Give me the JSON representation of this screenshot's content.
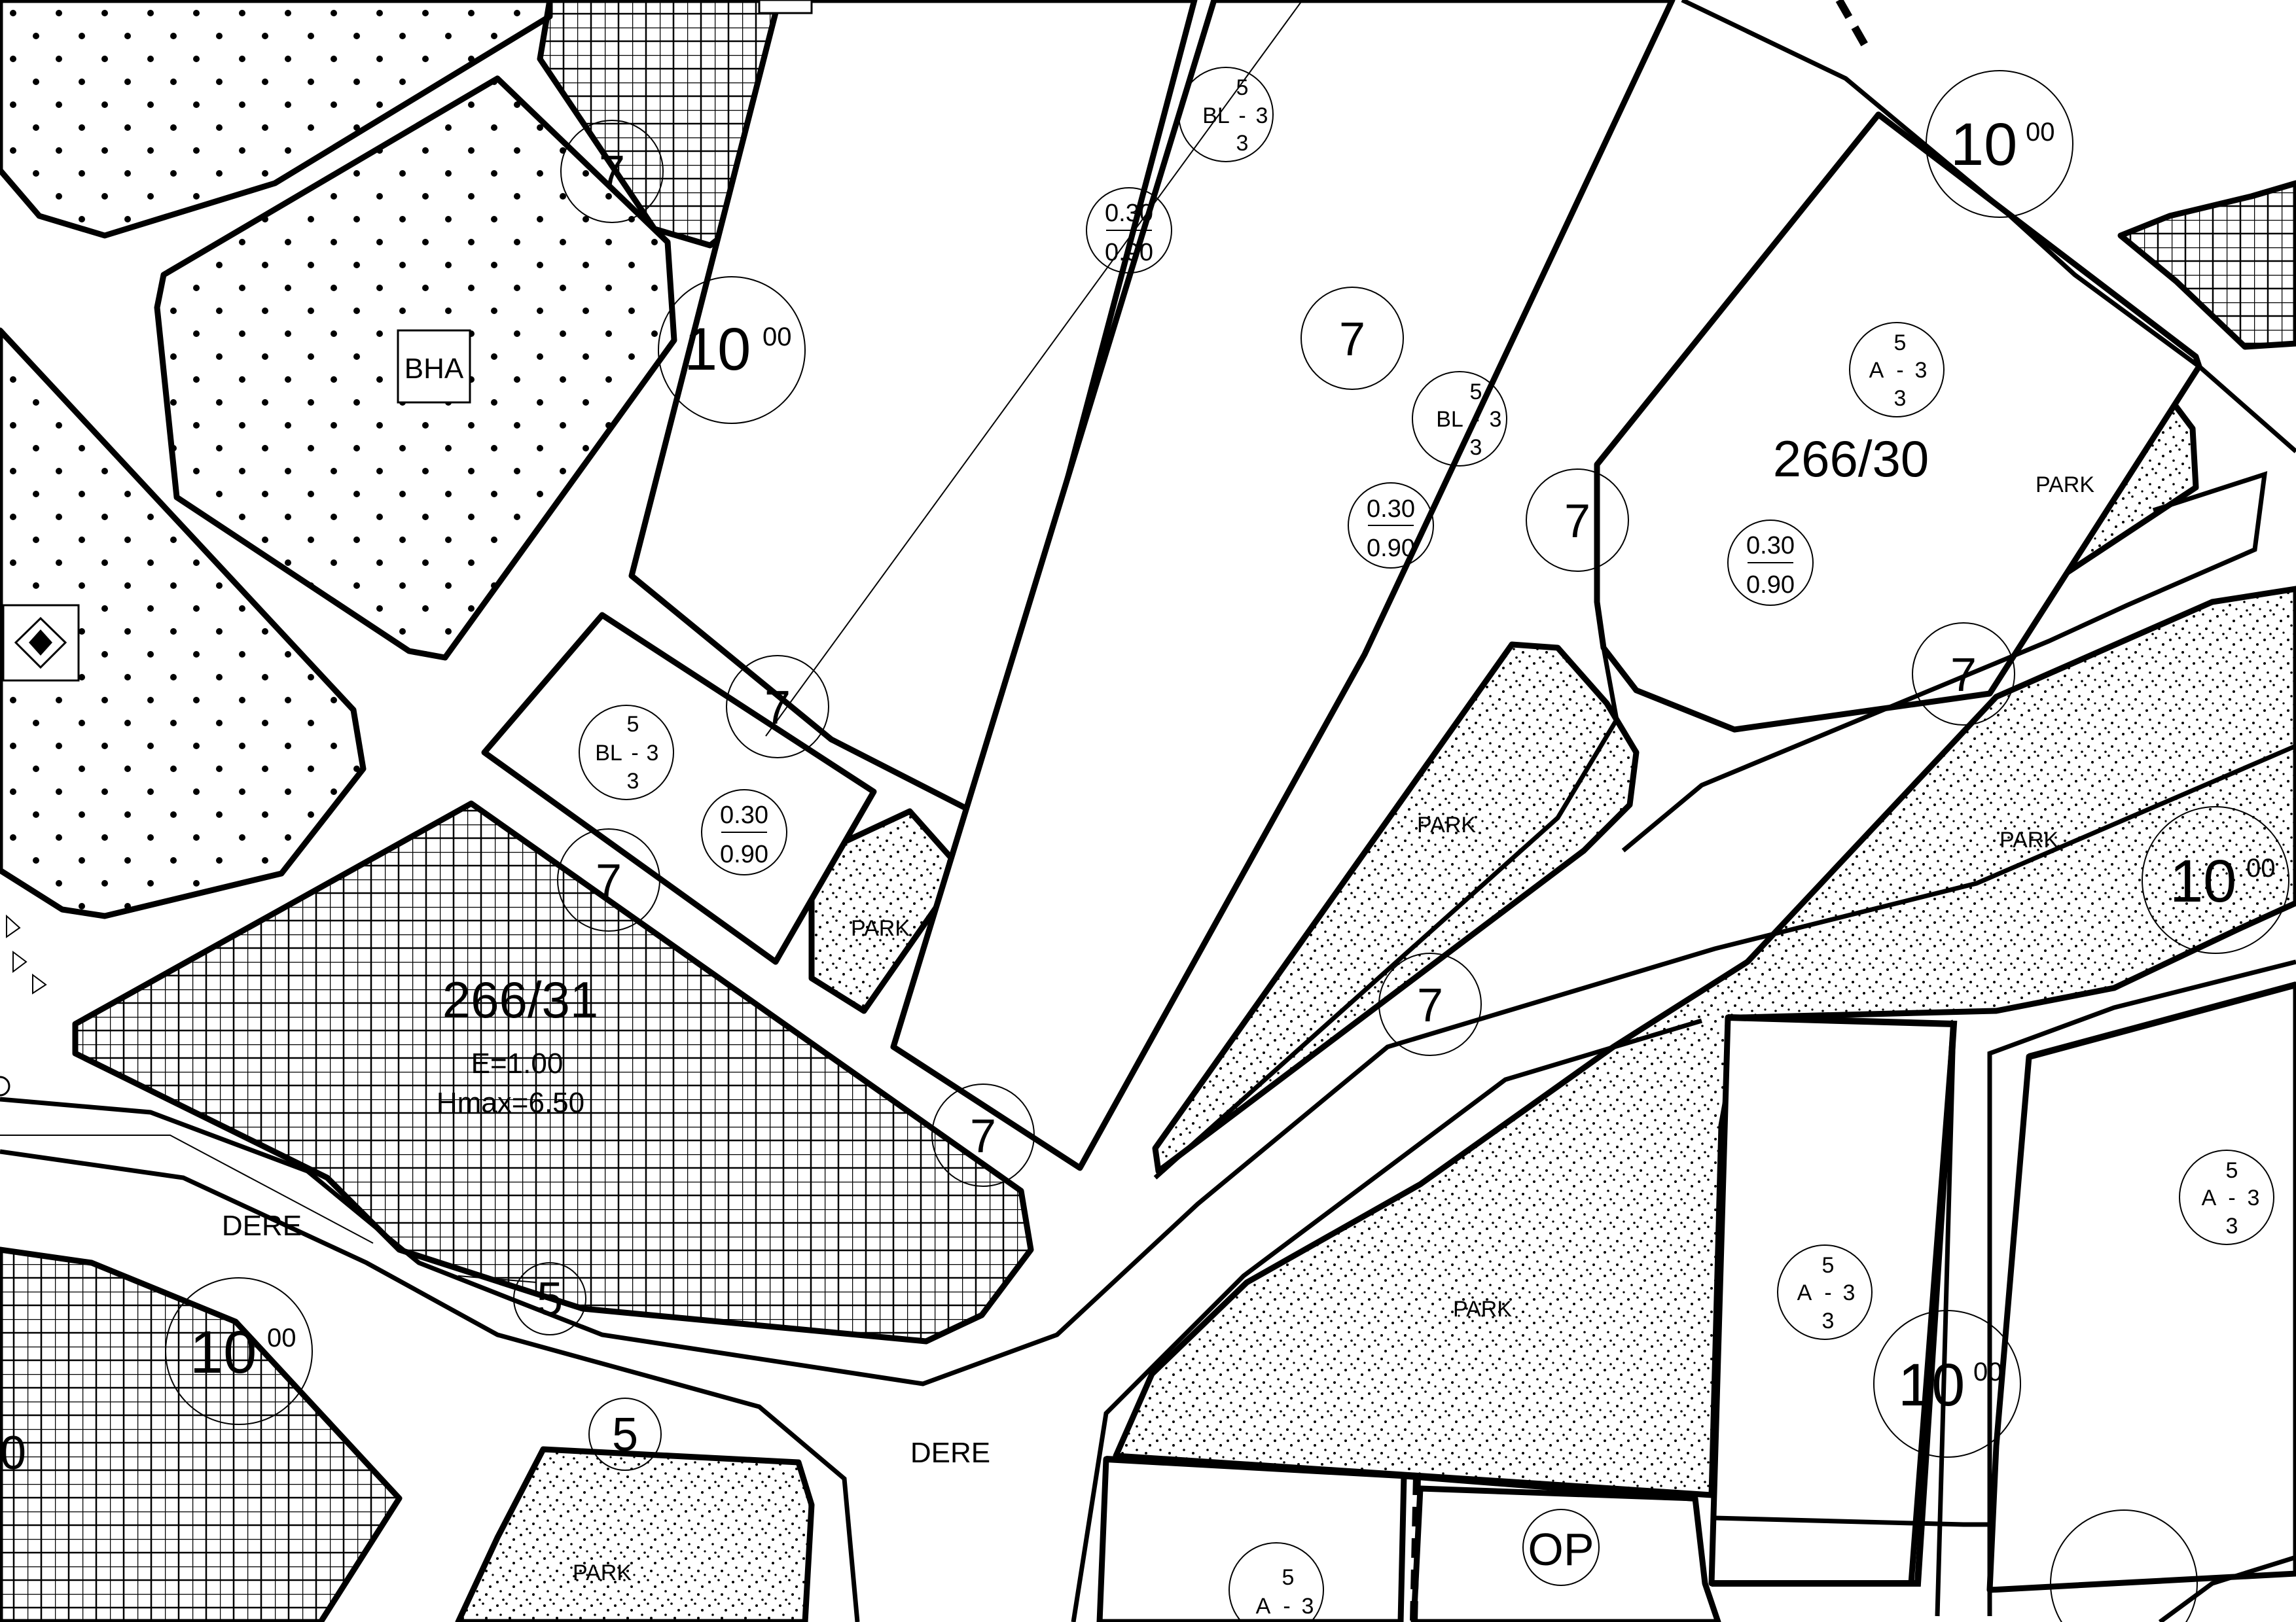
{
  "parcels": [
    {
      "id": "266/31",
      "e": "E=1.00",
      "hmax": "Hmax=6.50"
    },
    {
      "id": "266/30"
    }
  ],
  "zones": {
    "bl": {
      "prefix": "BL",
      "top": "5",
      "dash": "-",
      "right": "3",
      "bottom": "3"
    },
    "a": {
      "prefix": "A",
      "top": "5",
      "dash": "-",
      "right": "3",
      "bottom": "3"
    }
  },
  "ratio": {
    "taks": "0.30",
    "kaks": "0.90"
  },
  "labels": {
    "park": "PARK",
    "dere": "DERE",
    "bha": "BHA",
    "op": "OP",
    "edge_zero": "0"
  },
  "road_widths": {
    "w7": "7",
    "w5": "5",
    "w10": "10",
    "w10_sup": "00"
  },
  "colors": {
    "ink": "#000000",
    "paper": "#ffffff"
  }
}
